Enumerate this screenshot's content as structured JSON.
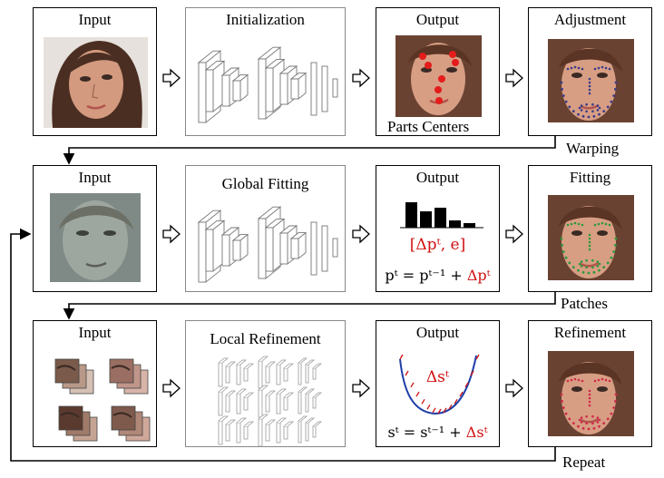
{
  "row1": {
    "input_title": "Input",
    "init_title": "Initialization",
    "output_title": "Output",
    "parts_label": "Parts Centers",
    "adjust_title": "Adjustment",
    "warping_label": "Warping"
  },
  "row2": {
    "input_title": "Input",
    "global_title": "Global Fitting",
    "output_title": "Output",
    "delta_label": "[Δpᵗ, e]",
    "eq_lhs": "pᵗ = pᵗ⁻¹ + ",
    "eq_rhs": "Δpᵗ",
    "fitting_title": "Fitting",
    "patches_label": "Patches"
  },
  "row3": {
    "input_title": "Input",
    "local_title": "Local Refinement",
    "output_title": "Output",
    "delta_s_label": "Δsᵗ",
    "eq_lhs": "sᵗ = sᵗ⁻¹ + ",
    "eq_rhs": "Δsᵗ",
    "refine_title": "Refinement",
    "repeat_label": "Repeat"
  },
  "colors": {
    "accent_red": "#d01010",
    "landmark_green": "#2a9a3a",
    "skin": "#c9927a"
  },
  "icons": [
    "face-photo",
    "cnn-network",
    "bar-chart",
    "curve-plot",
    "next-arrow"
  ]
}
